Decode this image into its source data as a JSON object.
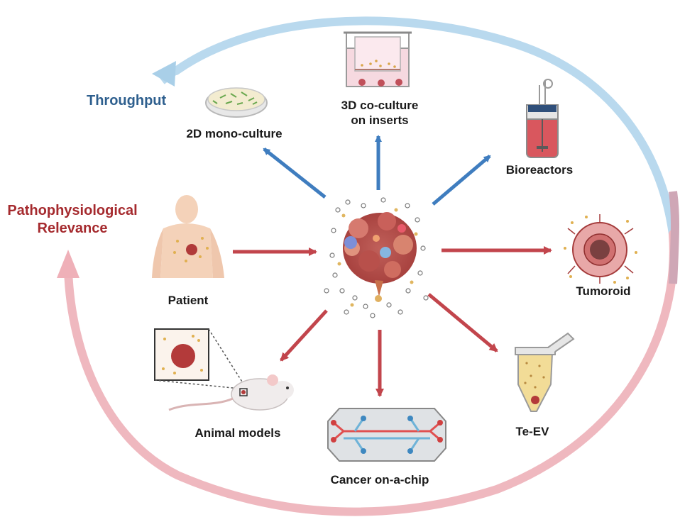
{
  "axes": {
    "throughput": "Throughput",
    "relevance_line1": "Pathophysiological",
    "relevance_line2": "Relevance"
  },
  "models": {
    "mono_2d": "2D mono-culture",
    "coculture_3d_line1": "3D co-culture",
    "coculture_3d_line2": "on inserts",
    "bioreactors": "Bioreactors",
    "tumoroid": "Tumoroid",
    "te_ev": "Te-EV",
    "chip": "Cancer on-a-chip",
    "animal": "Animal models",
    "patient": "Patient"
  },
  "colors": {
    "blue_arrow": "#3f7dbf",
    "red_arrow": "#c2454c",
    "throughput_text": "#2e5f8e",
    "relevance_text": "#a52a2e",
    "cycle_blue": "#b9d9ee",
    "cycle_red": "#efb8bf"
  }
}
